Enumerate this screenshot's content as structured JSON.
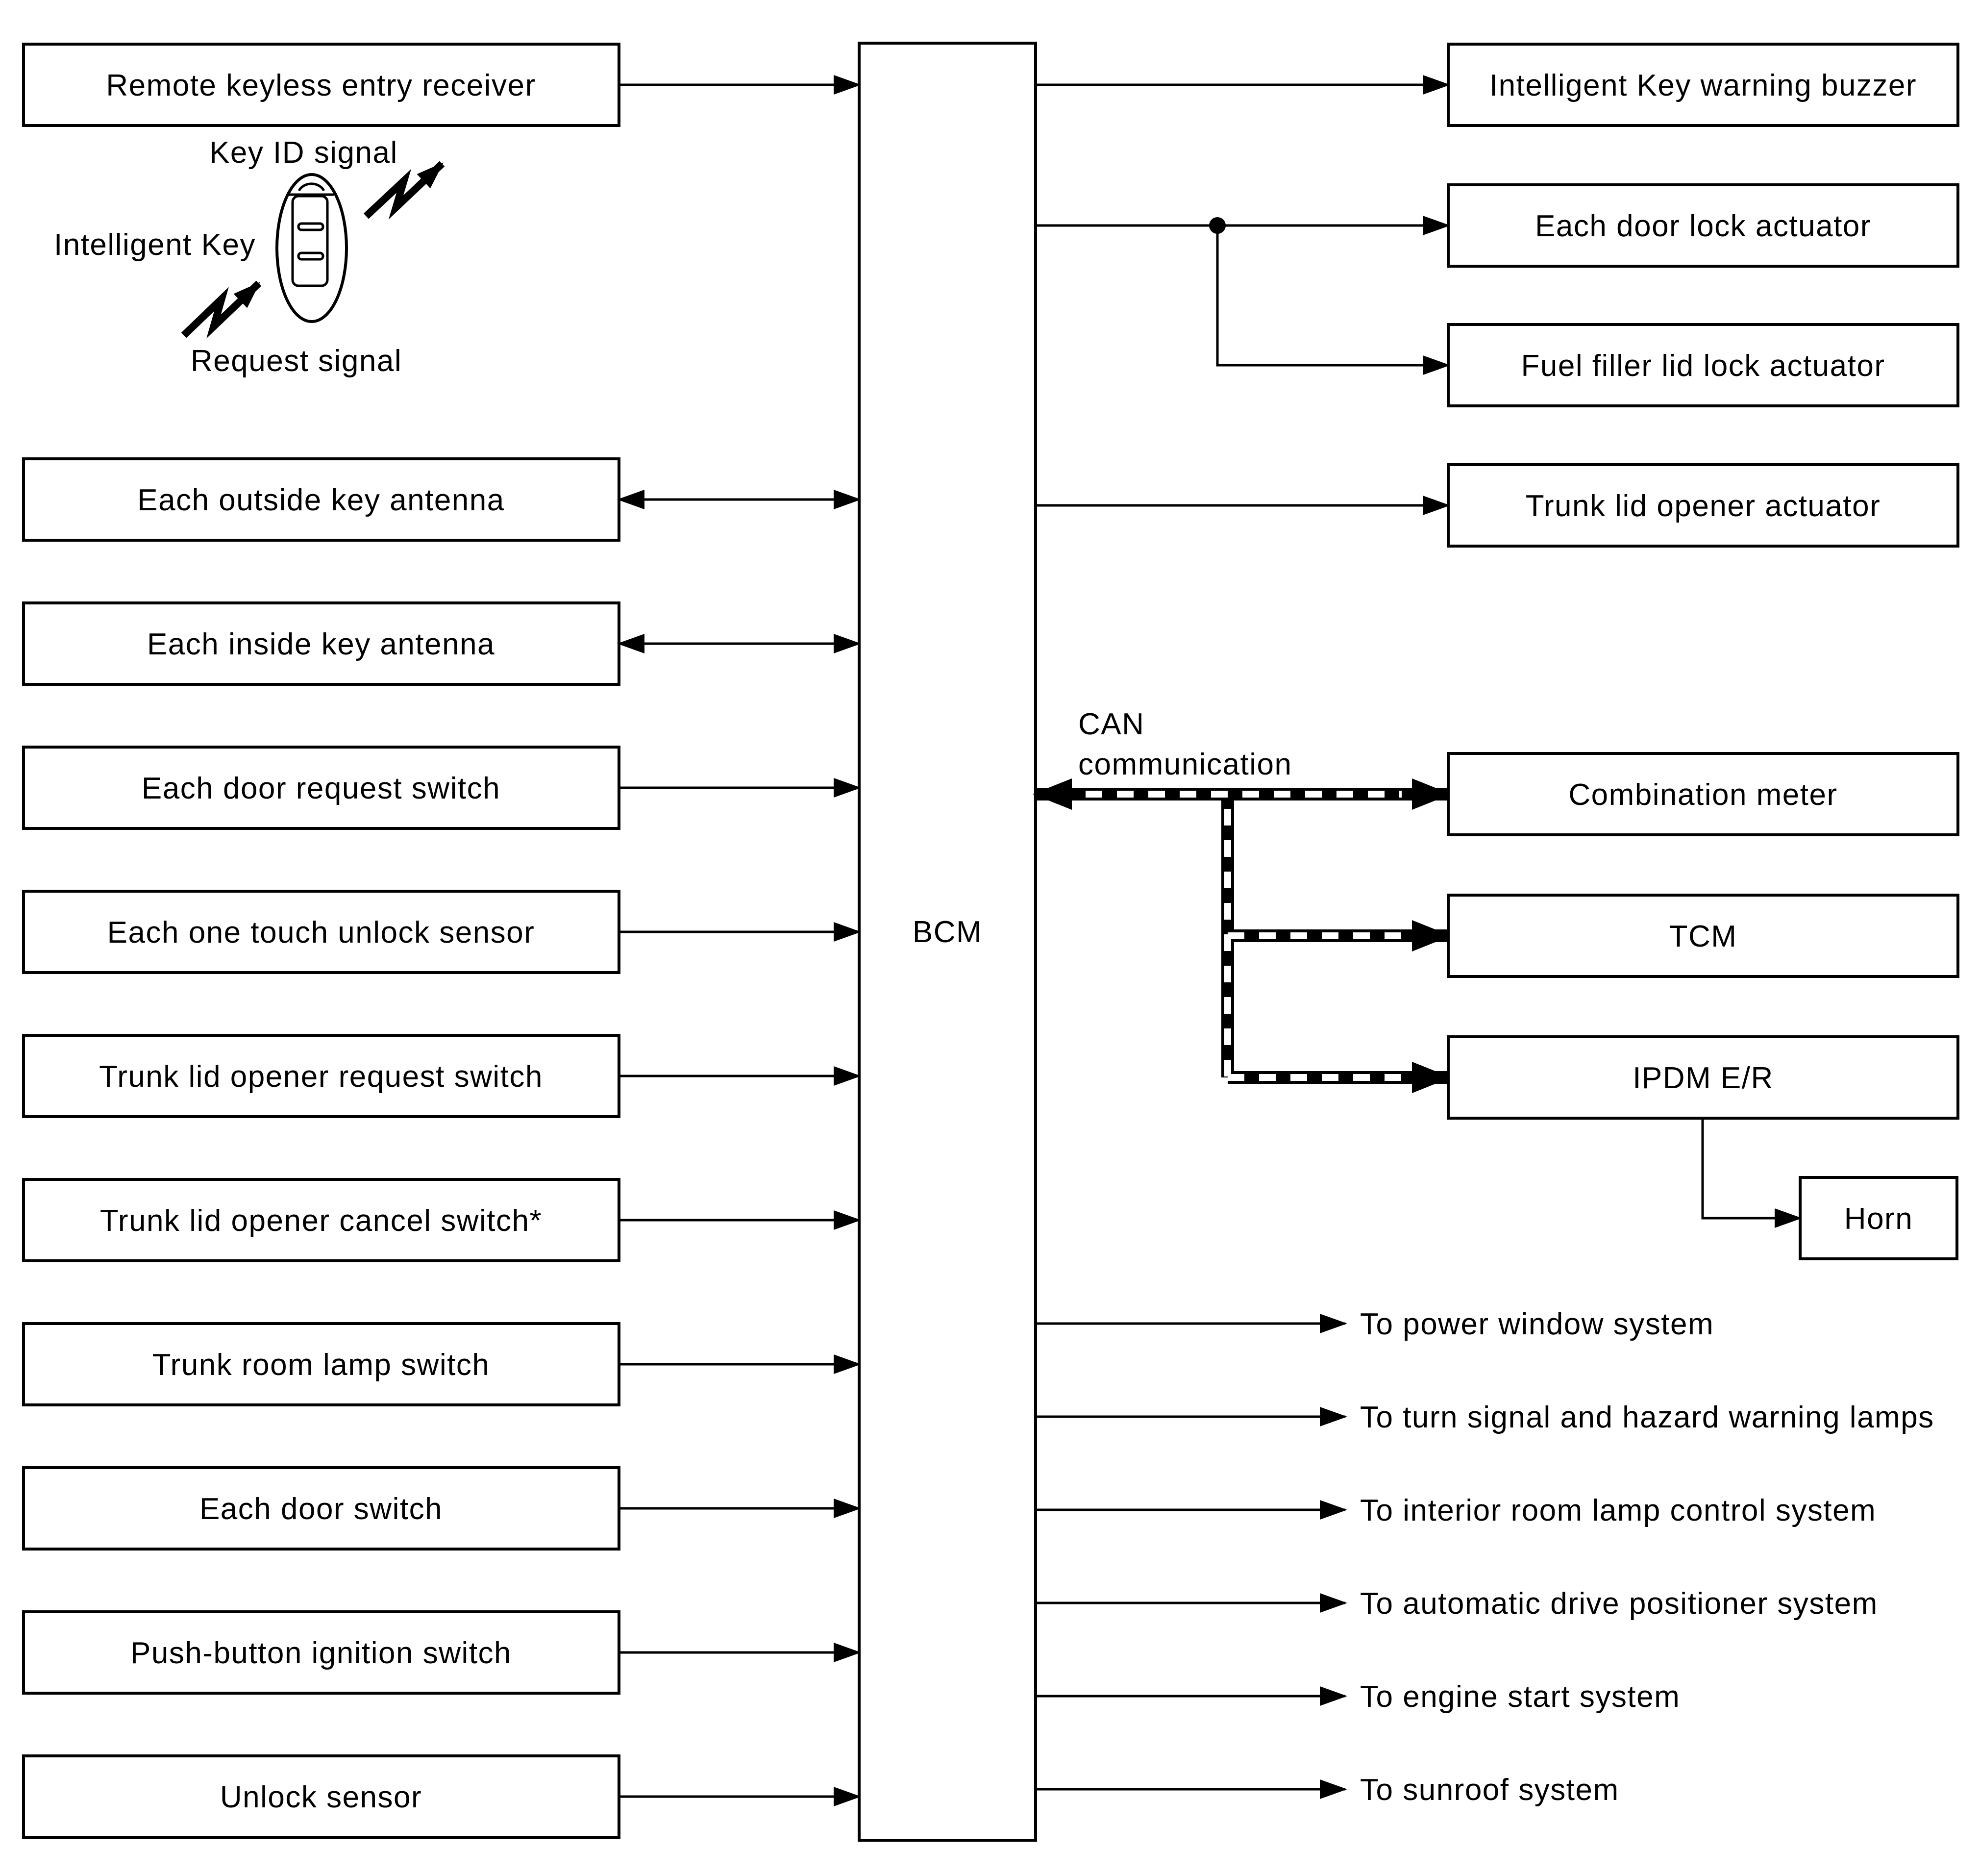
{
  "colors": {
    "ink": "#000000",
    "background": "#ffffff"
  },
  "bcm": {
    "label": "BCM"
  },
  "key_illustration": {
    "top_label": "Key ID signal",
    "side_label": "Intelligent Key",
    "bottom_label": "Request signal"
  },
  "left_inputs": [
    {
      "label": "Remote keyless entry receiver",
      "arrow": "to-bcm"
    },
    {
      "label": "Each outside key antenna",
      "arrow": "bidirectional"
    },
    {
      "label": "Each inside key antenna",
      "arrow": "bidirectional"
    },
    {
      "label": "Each door request switch",
      "arrow": "to-bcm"
    },
    {
      "label": "Each one touch unlock sensor",
      "arrow": "to-bcm"
    },
    {
      "label": "Trunk lid opener request switch",
      "arrow": "to-bcm"
    },
    {
      "label": "Trunk lid opener cancel switch*",
      "arrow": "to-bcm"
    },
    {
      "label": "Trunk room lamp switch",
      "arrow": "to-bcm"
    },
    {
      "label": "Each door switch",
      "arrow": "to-bcm"
    },
    {
      "label": "Push-button ignition switch",
      "arrow": "to-bcm"
    },
    {
      "label": "Unlock sensor",
      "arrow": "to-bcm"
    }
  ],
  "right_outputs": [
    {
      "label": "Intelligent Key warning buzzer",
      "connection": "direct"
    },
    {
      "label": "Each door lock actuator",
      "connection": "direct"
    },
    {
      "label": "Fuel filler lid lock actuator",
      "connection": "branch-from-door-lock-line"
    },
    {
      "label": "Trunk lid opener actuator",
      "connection": "direct"
    },
    {
      "label": "Combination meter",
      "connection": "can"
    },
    {
      "label": "TCM",
      "connection": "can"
    },
    {
      "label": "IPDM E/R",
      "connection": "can"
    },
    {
      "label": "Horn",
      "connection": "via-ipdm-er"
    }
  ],
  "can": {
    "label_line1": "CAN",
    "label_line2": "communication"
  },
  "to_systems": [
    "To power window system",
    "To turn signal and hazard warning lamps",
    "To interior room lamp control system",
    "To automatic drive positioner system",
    "To engine start system",
    "To sunroof system"
  ]
}
